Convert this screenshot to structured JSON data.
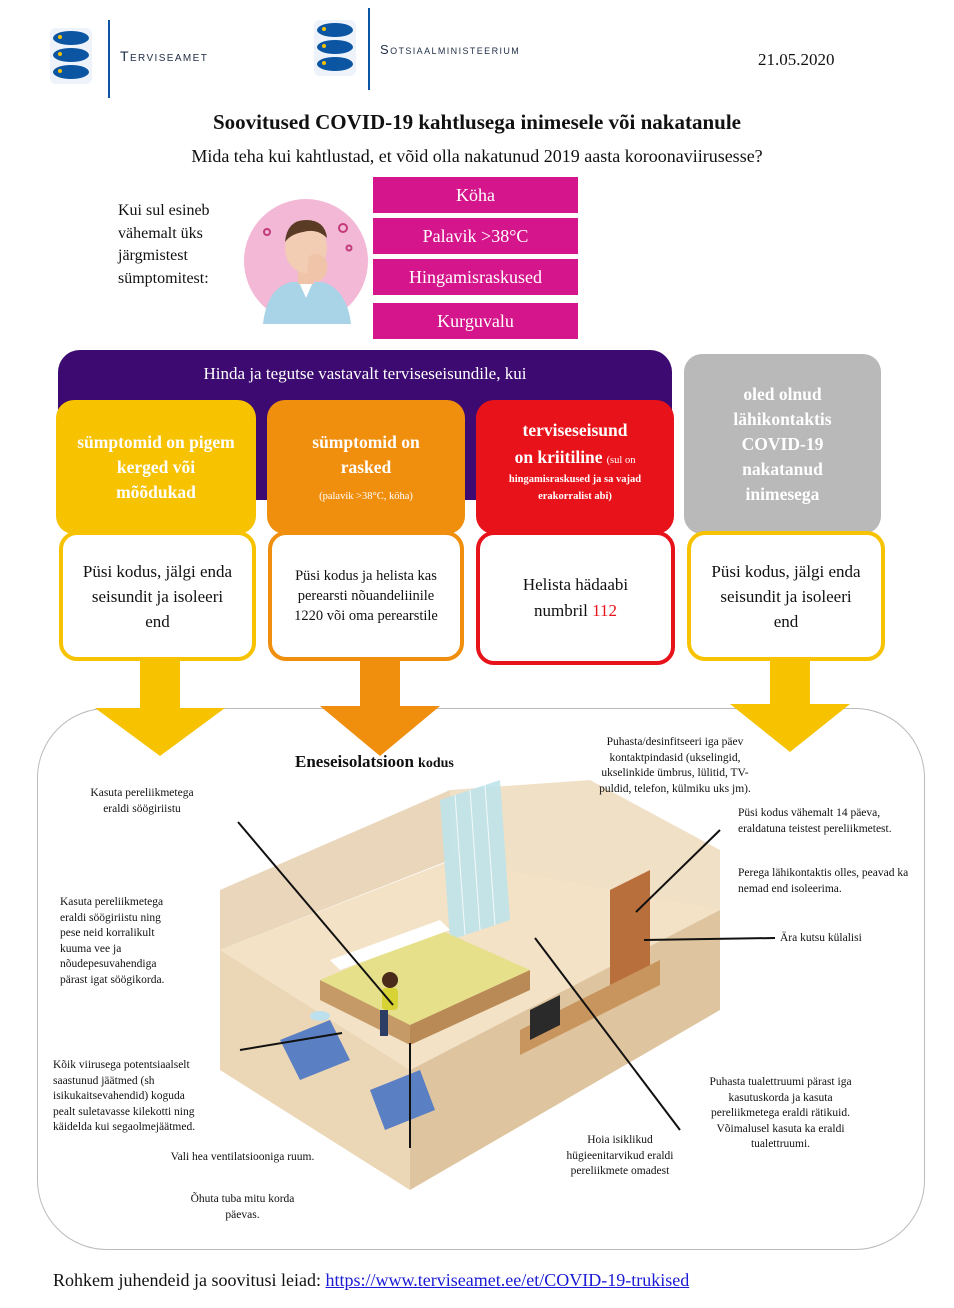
{
  "header": {
    "logo1_name": "Terviseamet",
    "logo2_name": "Sotsiaalministeerium",
    "date": "21.05.2020"
  },
  "title": "Soovitused COVID-19 kahtlusega inimesele või nakatanule",
  "subtitle": "Mida teha kui kahtlustad, et võid olla nakatunud 2019 aasta koroonaviirusesse?",
  "symptoms_intro": "Kui sul esineb vähemalt üks järgmistest sümptomitest:",
  "symptoms": [
    "Köha",
    "Palavik >38°C",
    "Hingamisraskused",
    "Kurguvalu"
  ],
  "assess_heading": "Hinda ja tegutse vastavalt terviseseisundile, kui",
  "cards": [
    {
      "title": "sümptomid on pigem kerged või mõõdukad",
      "note": "",
      "color": "#f7c200",
      "action": "Püsi kodus, jälgi enda seisundit ja isoleeri end"
    },
    {
      "title": "sümptomid on rasked",
      "note": "(palavik >38°C, köha)",
      "color": "#f08f0e",
      "action": "Püsi kodus ja helista kas perearsti nõuandeliinile 1220 või oma perearstile"
    },
    {
      "title_line1": "terviseseisund",
      "title_line2": "on kriitiline",
      "note_plain": "(sul on",
      "note_bold": "hingamisraskused ja sa vajad erakorralist abi)",
      "color": "#e8121a",
      "action_prefix": "Helista hädaabi numbril",
      "action_number": "112"
    },
    {
      "title": "oled olnud lähikontaktis COVID-19 nakatanud inimesega",
      "note": "",
      "color": "#b9b9b9",
      "action": "Püsi kodus, jälgi enda seisundit ja isoleeri end"
    }
  ],
  "isolation": {
    "heading_bold": "Eneseisolatsioon",
    "heading_small": "kodus"
  },
  "notes": {
    "n1": "Kasuta pereliikmetega eraldi söögiriistu",
    "n2": "Kasuta pereliikmetega eraldi söögiriistu ning pese neid korralikult kuuma vee ja nõudepesuvahendiga pärast igat söögikorda.",
    "n3": "Kõik viirusega potentsiaalselt saastunud jäätmed (sh isikukaitsevahendid) koguda pealt suletavasse kilekotti ning käidelda kui segaolmejäätmed.",
    "n4": "Vali hea ventilatsiooniga ruum.",
    "n5": "Õhuta tuba mitu korda päevas.",
    "n6": "Puhasta/desinfitseeri iga päev kontaktpindasid (ukselingid, ukselinkide ümbrus, lülitid, TV-puldid, telefon, külmiku uks jm).",
    "n7": "Püsi kodus vähemalt 14 päeva, eraldatuna teistest pereliikmetest.",
    "n8": "Perega lähikontaktis olles, peavad ka nemad end isoleerima.",
    "n9": "Ära kutsu külalisi",
    "n10": "Puhasta tualettruumi pärast iga kasutuskorda ja kasuta pereliikmetega eraldi rätikuid. Võimalusel kasuta ka eraldi tualettruumi.",
    "n11": "Hoia isiklikud hügieenitarvikud eraldi pereliikmete omadest"
  },
  "footer": {
    "text": "Rohkem juhendeid ja soovitusi leiad:",
    "link": "https://www.terviseamet.ee/et/COVID-19-trukised"
  }
}
